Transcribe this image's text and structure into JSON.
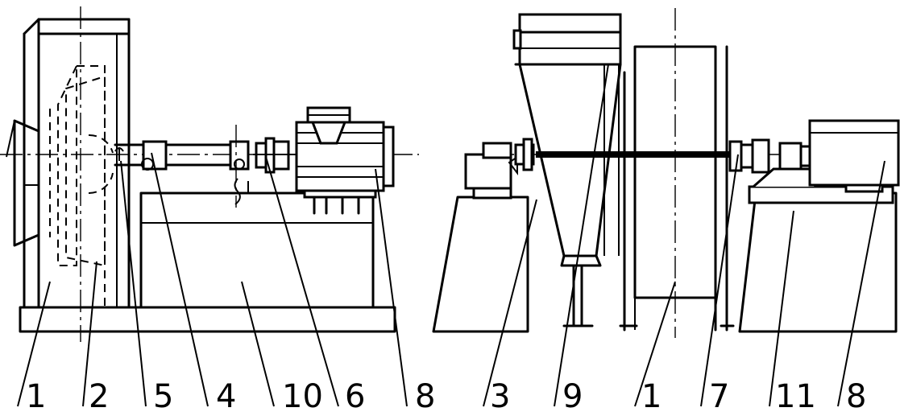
{
  "left_view": {
    "callouts": [
      "1",
      "2",
      "5",
      "4",
      "10",
      "6",
      "8"
    ]
  },
  "right_view": {
    "callouts": [
      "3",
      "9",
      "1",
      "7",
      "11",
      "8"
    ]
  }
}
